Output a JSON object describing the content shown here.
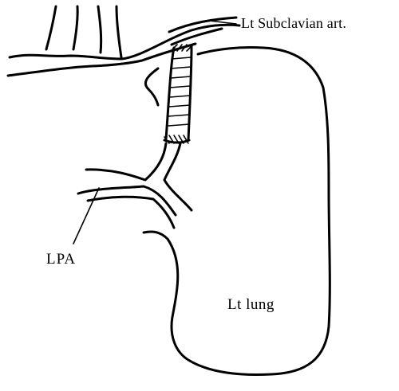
{
  "labels": {
    "subclavian": "Lt Subclavian art.",
    "lpa": "LPA",
    "lung": "Lt lung"
  }
}
